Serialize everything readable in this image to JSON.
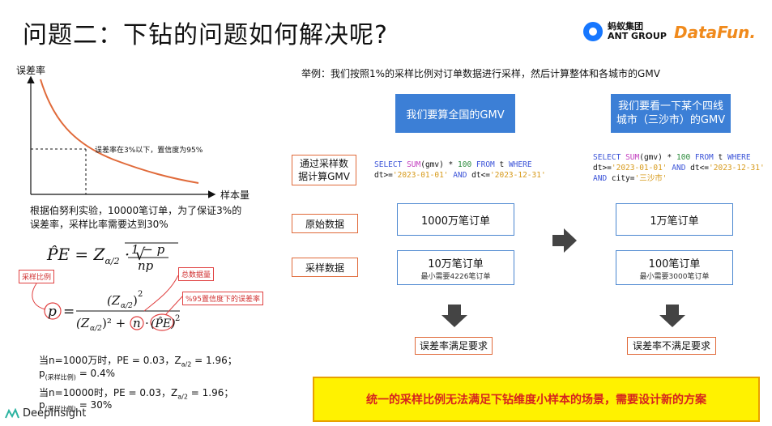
{
  "title": "问题二：下钻的问题如何解决呢?",
  "logos": {
    "ant_line1": "蚂蚁集团",
    "ant_line2": "ANT GROUP",
    "datafun": "DataFun."
  },
  "chart": {
    "ylabel": "误差率",
    "xlabel": "样本量",
    "annotation": "误差率在3%以下，置信度为95%"
  },
  "explain": "根据伯努利实验，10000笔订单，为了保证3%的误差率，采样比率需要达到30%",
  "formula": {
    "label_total": "总数据量",
    "label_ratio": "采样比例",
    "label_error": "%95置信度下的误差率"
  },
  "examples": [
    {
      "line1": "当n=1000万时，PE = 0.03，Z",
      "sub": "a/2",
      "line1_end": " = 1.96；",
      "line2_prefix": "p",
      "line2_sub": "(采样比例)",
      "line2_end": " = 0.4%"
    },
    {
      "line1": "当n=10000时，PE = 0.03，Z",
      "sub": "a/2",
      "line1_end": " = 1.96；",
      "line2_prefix": "p",
      "line2_sub": "(采样比例)",
      "line2_end": " = 30%"
    }
  ],
  "brand": "DeepInsight",
  "right": {
    "intro": "举例：我们按照1%的采样比例对订单数据进行采样，然后计算整体和各城市的GMV",
    "row_labels": [
      "通过采样数据计算GMV",
      "原始数据",
      "采样数据"
    ],
    "col1": {
      "header": "我们要算全国的GMV",
      "raw": "1000万笔订单",
      "sample": "10万笔订单",
      "sample_note": "最小需要4226笔订单",
      "result": "误差率满足要求"
    },
    "col2": {
      "header": "我们要看一下某个四线城市（三沙市）的GMV",
      "raw": "1万笔订单",
      "sample": "100笔订单",
      "sample_note": "最小需要3000笔订单",
      "result": "误差率不满足要求"
    },
    "sql1": {
      "select": "SELECT",
      "sum": "SUM",
      "rest1": "(gmv) * ",
      "hundred": "100",
      "from": " FROM",
      "t": " t ",
      "where": "WHERE",
      "dt1": "dt>=",
      "d1": "'2023-01-01'",
      "and": " AND ",
      "dt2": "dt<=",
      "d2": "'2023-12-31'"
    },
    "sql2": {
      "select": "SELECT",
      "sum": "SUM",
      "rest1": "(gmv) * ",
      "hundred": "100",
      "from": " FROM",
      "t": " t ",
      "where": "WHERE",
      "dt1": "dt>=",
      "d1": "'2023-01-01'",
      "and": " AND ",
      "dt2": "dt<=",
      "d2": "'2023-12-31'",
      "and2": "AND",
      "city": " city=",
      "cityv": "'三沙市'"
    },
    "footer": "统一的采样比例无法满足下钻维度小样本的场景，需要设计新的方案"
  }
}
